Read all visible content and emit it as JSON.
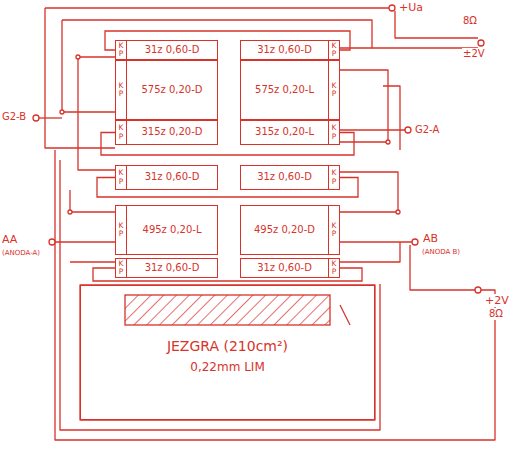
{
  "diagram": {
    "nodes": [
      {
        "text": [
          "K",
          "P",
          "31z 0,60-D"
        ]
      },
      {
        "text": [
          "31z 0,60-D",
          "K",
          "P"
        ]
      },
      {
        "text": [
          "K",
          "P",
          "575z 0,20-D"
        ]
      },
      {
        "text": [
          "575z 0,20-L",
          "K",
          "P"
        ]
      },
      {
        "text": [
          "K",
          "P",
          "315z 0,20-D"
        ]
      },
      {
        "text": [
          "315z 0,20-L",
          "K",
          "P"
        ]
      },
      {
        "text": [
          "K",
          "P",
          "31z 0,60-D"
        ]
      },
      {
        "text": [
          "31z 0,60-D",
          "K",
          "P"
        ]
      },
      {
        "text": [
          "K",
          "P",
          "495z 0,20-L"
        ]
      },
      {
        "text": [
          "495z 0,20-D",
          "K",
          "P"
        ]
      },
      {
        "text": [
          "K",
          "P",
          "31z 0,60-D"
        ]
      },
      {
        "text": [
          "31z 0,60-D",
          "K",
          "P"
        ]
      },
      {
        "text": [
          "JEZGRA (210cm²)",
          "0,22mm LIM"
        ]
      }
    ],
    "edges": [
      {
        "from": 0,
        "to": 1,
        "arrow": "none"
      },
      {
        "from": 4,
        "to": 5,
        "arrow": "none"
      },
      {
        "from": 6,
        "to": 7,
        "arrow": "none"
      },
      {
        "from": 10,
        "to": 11,
        "arrow": "none"
      }
    ],
    "labels": [
      "+Ua",
      "8Ω",
      "±2V",
      "G2-B",
      "G2-A",
      "AA",
      "(ANODA-A)",
      "AB",
      "(ANODA B)",
      "+2V",
      "8Ω"
    ]
  }
}
